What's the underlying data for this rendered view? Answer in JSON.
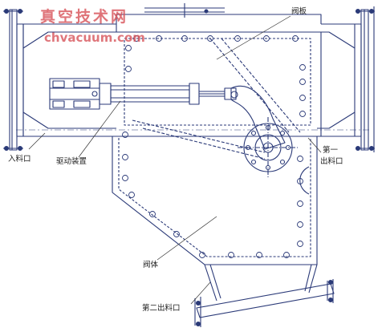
{
  "watermark": {
    "cn": "真空技术网",
    "en": "chvacuum.com"
  },
  "labels": {
    "valve_plate": "阀板",
    "inlet": "入料口",
    "drive": "驱动装置",
    "first_outlet_l1": "第一",
    "first_outlet_l2": "出料口",
    "valve_body": "阀体",
    "second_outlet": "第二出料口"
  },
  "colors": {
    "line": "#2b3a78",
    "leader": "#333333",
    "watermark": "#d8555b"
  }
}
